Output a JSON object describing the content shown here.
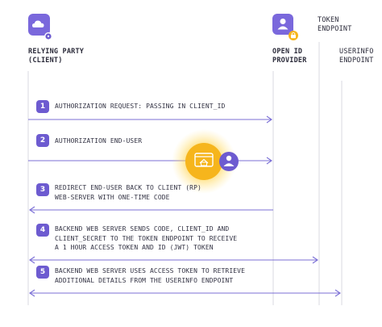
{
  "colors": {
    "accent": "#6d5bd0",
    "arrow": "#7b6fd6",
    "lifeline": "#d8d8e0",
    "highlight": "#f5b21a"
  },
  "actors": {
    "client": {
      "lines": [
        "RELYING PARTY",
        "(CLIENT)"
      ],
      "icon": "cloud-gear-icon"
    },
    "provider": {
      "lines": [
        "OPEN ID",
        "PROVIDER"
      ],
      "icon": "user-lock-icon"
    },
    "token": {
      "lines": [
        "TOKEN",
        "ENDPOINT"
      ]
    },
    "userinfo": {
      "lines": [
        "USERINFO",
        "ENDPOINT"
      ]
    }
  },
  "steps": [
    {
      "number": "1",
      "lines": [
        "AUTHORIZATION REQUEST: PASSING IN CLIENT_ID"
      ]
    },
    {
      "number": "2",
      "lines": [
        "AUTHORIZATION END-USER"
      ]
    },
    {
      "number": "3",
      "lines": [
        "REDIRECT END-USER BACK TO CLIENT (RP)",
        "WEB-SERVER WITH ONE-TIME CODE"
      ]
    },
    {
      "number": "4",
      "lines": [
        "BACKEND WEB SERVER SENDS CODE, CLIENT_ID AND",
        "CLIENT_SECRET TO THE TOKEN ENDPOINT TO RECEIVE",
        "A 1 HOUR ACCESS TOKEN AND ID (JWT) TOKEN"
      ]
    },
    {
      "number": "5",
      "lines": [
        "BACKEND  WEB SERVER USES ACCESS TOKEN TO RETRIEVE",
        "ADDITIONAL DETAILS FROM THE USERINFO ENDPOINT"
      ]
    }
  ],
  "center_icons": [
    "browser-home-icon",
    "user-icon"
  ]
}
